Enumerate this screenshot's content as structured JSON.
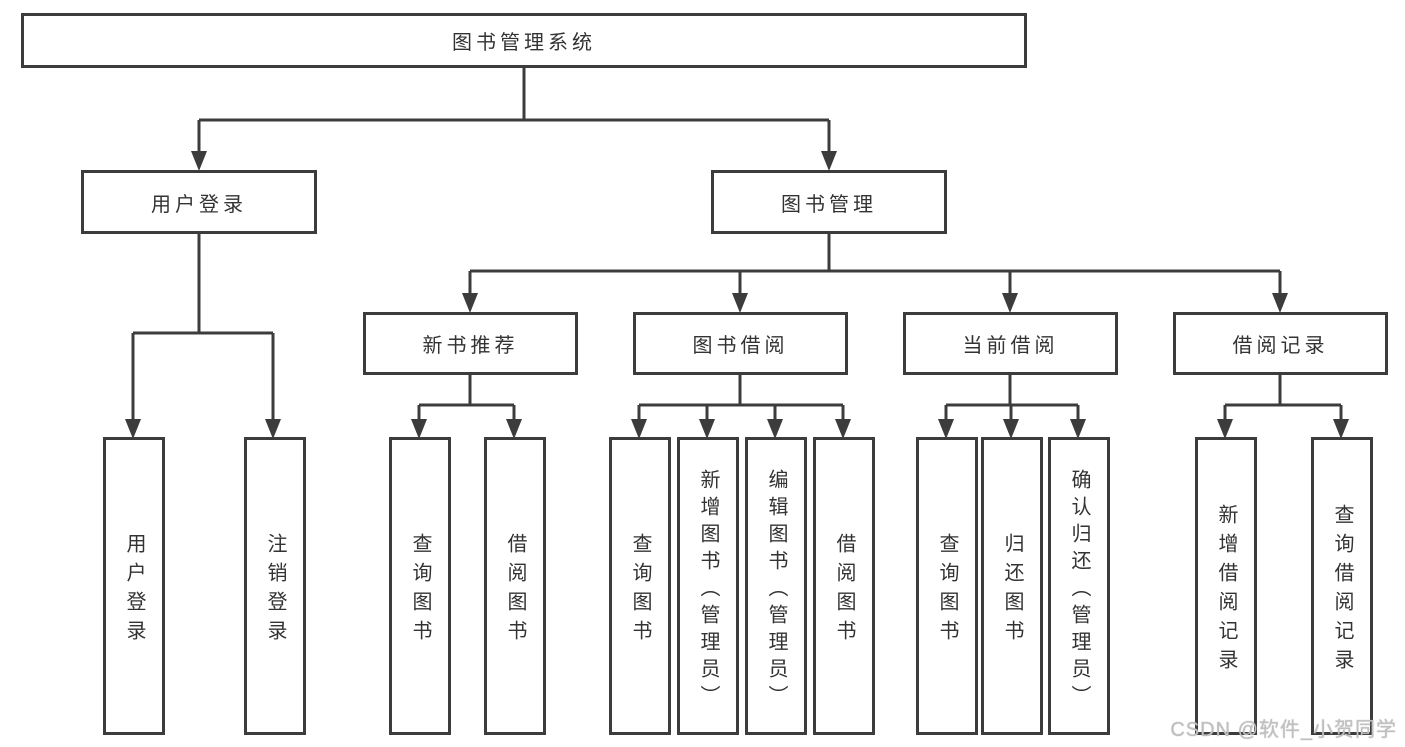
{
  "tree": {
    "root": "图书管理系统",
    "level2": {
      "user_login": "用户登录",
      "book_mgmt": "图书管理"
    },
    "level3": {
      "new_book": "新书推荐",
      "book_borrow": "图书借阅",
      "current_borrow": "当前借阅",
      "borrow_record": "借阅记录"
    },
    "user_login_children": [
      "用户登录",
      "注销登录"
    ],
    "new_book_children": [
      "查询图书",
      "借阅图书"
    ],
    "book_borrow_children": [
      "查询图书",
      "新增图书（管理员）",
      "编辑图书（管理员）",
      "借阅图书"
    ],
    "current_borrow_children": [
      "查询图书",
      "归还图书",
      "确认归还（管理员）"
    ],
    "borrow_record_children": [
      "新增借阅记录",
      "查询借阅记录"
    ]
  },
  "colors": {
    "line": "#3c3c3c",
    "text": "#333333",
    "background": "#ffffff",
    "watermark": "#c0c0c0"
  },
  "watermark": "CSDN @软件_小贺同学"
}
